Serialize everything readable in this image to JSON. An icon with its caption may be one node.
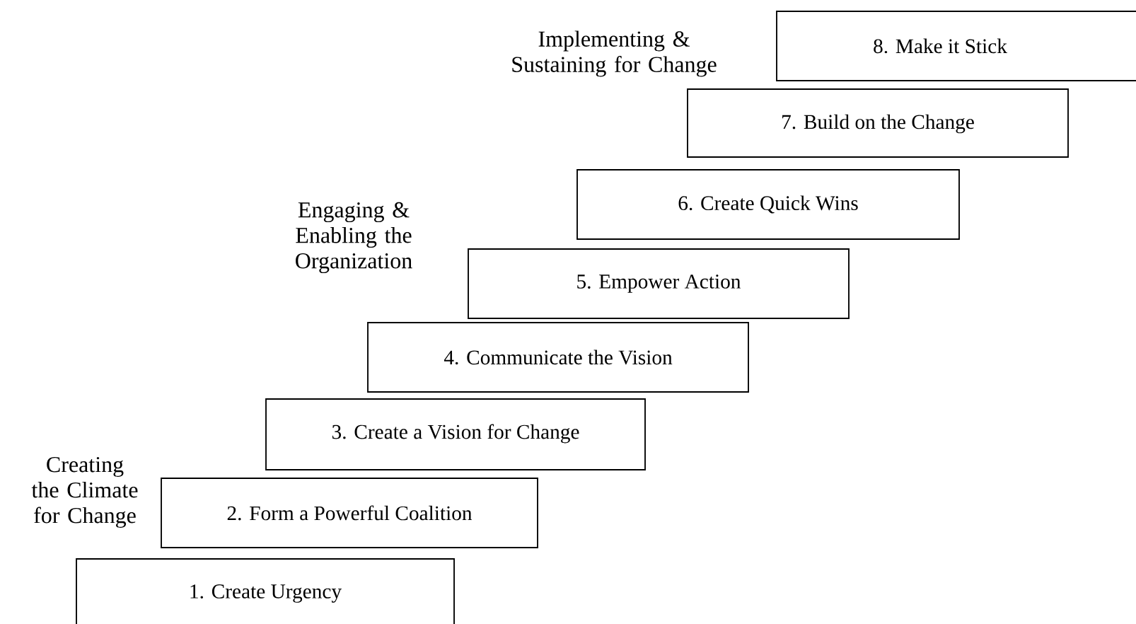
{
  "diagram": {
    "nodes": [
      {
        "text": [
          "1. Create Urgency"
        ]
      },
      {
        "text": [
          "2. Form a Powerful Coalition"
        ]
      },
      {
        "text": [
          "3. Create a Vision for Change"
        ]
      },
      {
        "text": [
          "4. Communicate the Vision"
        ]
      },
      {
        "text": [
          "5. Empower Action"
        ]
      },
      {
        "text": [
          "6. Create Quick Wins"
        ]
      },
      {
        "text": [
          "7. Build on the Change"
        ]
      },
      {
        "text": [
          "8. Make it Stick"
        ]
      }
    ],
    "labels": [
      "Creating the Climate for Change",
      "Engaging & Enabling the Organization",
      "Implementing & Sustaining for Change"
    ]
  }
}
